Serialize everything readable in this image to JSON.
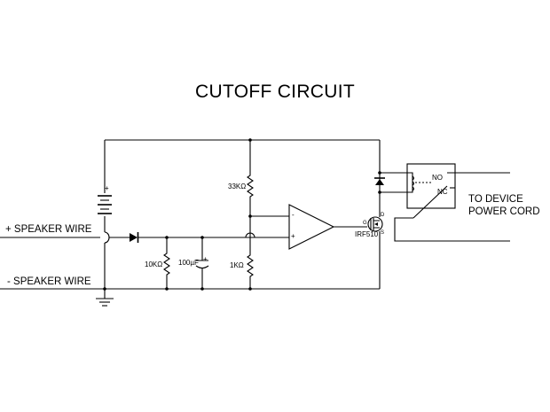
{
  "title": "CUTOFF CIRCUIT",
  "labels": {
    "speaker_pos": "+ SPEAKER WIRE",
    "speaker_neg": "- SPEAKER WIRE",
    "device_line1": "TO DEVICE",
    "device_line2": "POWER CORD",
    "r_top": "33KΩ",
    "r_divider": "10KΩ",
    "cap": "100µF",
    "r_bottom": "1KΩ",
    "mosfet": "IRF510",
    "relay_no": "NO",
    "relay_nc": "NC",
    "batt_plus": "+",
    "batt_minus": "-",
    "cap_plus": "+",
    "opamp_minus": "-",
    "opamp_plus": "+",
    "pin_d": "D",
    "pin_g": "G",
    "pin_s": "S"
  }
}
